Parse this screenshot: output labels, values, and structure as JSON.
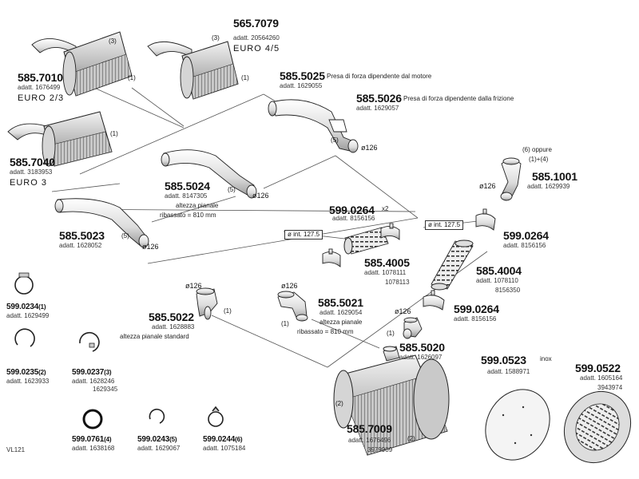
{
  "parts": [
    {
      "number": "585.7010",
      "adapt": "adatt. 1676499",
      "extra": "EURO  2/3",
      "qty_a": "(3)",
      "qty_b": "(1)"
    },
    {
      "number": "565.7079",
      "adapt": "adatt. 20564260",
      "extra": "EURO  4/5",
      "qty_a": "(3)",
      "qty_b": "(1)"
    },
    {
      "number": "585.7040",
      "adapt": "adatt. 3183953",
      "extra": "EURO  3",
      "qty_a": "(1)"
    },
    {
      "number": "585.5025",
      "note": "Presa di forza dipendente dal motore",
      "adapt": "adatt. 1629055"
    },
    {
      "number": "585.5026",
      "note": "Presa di forza dipendente dalla frizione",
      "adapt": "adatt. 1629057",
      "qty": "(5)",
      "dia": "ø126"
    },
    {
      "number": "585.5024",
      "adapt": "adatt. 8147305",
      "note1": "altezza pianale",
      "note2": "ribassato = 810 mm",
      "qty": "(5)",
      "dia": "ø126"
    },
    {
      "number": "585.5023",
      "adapt": "adatt. 1628052",
      "qty": "(5)",
      "dia": "ø126"
    },
    {
      "number": "599.0264",
      "suffix": "x2",
      "adapt": "adatt. 8156156"
    },
    {
      "number": "585.1001",
      "adapt": "adatt. 1629939",
      "dia": "ø126",
      "opt1": "(6) oppure",
      "opt2": "(1)+(4)"
    },
    {
      "number": "599.0264",
      "adapt": "adatt. 8156156",
      "box": "ø int. 127.5"
    },
    {
      "number": "585.4005",
      "adapt1": "adatt. 1078111",
      "adapt2": "1078113",
      "box": "ø int. 127.5"
    },
    {
      "number": "585.4004",
      "adapt1": "adatt. 1078110",
      "adapt2": "8156350"
    },
    {
      "number": "599.0264",
      "adapt": "adatt. 8156156",
      "dia": "ø126"
    },
    {
      "number": "585.5022",
      "adapt": "adatt. 1628883",
      "note": "altezza pianale standard",
      "qty": "(1)",
      "dia": "ø126"
    },
    {
      "number": "585.5021",
      "adapt": "adatt. 1629054",
      "note1": "altezza pianale",
      "note2": "ribassato = 810 mm",
      "qty": "(1)",
      "dia": "ø126"
    },
    {
      "number": "585.5020",
      "adapt": "adatt. 1626097",
      "qty": "(1)"
    },
    {
      "number": "585.7009",
      "adapt1": "adatt. 1676496",
      "adapt2": "3979909",
      "qty_a": "(2)",
      "qty_b": "(2)"
    },
    {
      "number": "599.0523",
      "suffix": "inox",
      "adapt": "adatt. 1588971"
    },
    {
      "number": "599.0522",
      "adapt1": "adatt. 1605164",
      "adapt2": "3943974"
    },
    {
      "number": "599.0234",
      "suffix": "(1)",
      "adapt": "adatt. 1629499"
    },
    {
      "number": "599.0235",
      "suffix": "(2)",
      "adapt": "adatt. 1623933"
    },
    {
      "number": "599.0237",
      "suffix": "(3)",
      "adapt1": "adatt. 1628246",
      "adapt2": "1629345"
    },
    {
      "number": "599.0761",
      "suffix": "(4)",
      "adapt": "adatt. 1638168"
    },
    {
      "number": "599.0243",
      "suffix": "(5)",
      "adapt": "adatt. 1629067"
    },
    {
      "number": "599.0244",
      "suffix": "(6)",
      "adapt": "adatt. 1075184"
    }
  ],
  "page_code": "VL121"
}
